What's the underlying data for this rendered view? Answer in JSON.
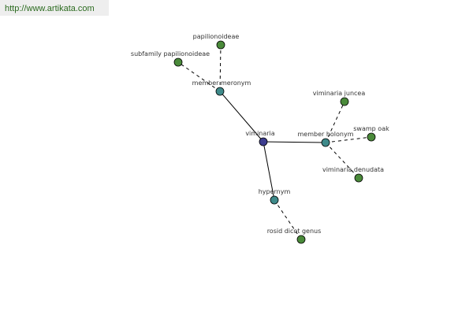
{
  "watermark": "http://www.artikata.com",
  "colors": {
    "root": "#3d3d8f",
    "relation": "#3e8a8a",
    "leaf": "#4a8a3a"
  },
  "graph": {
    "nodes": [
      {
        "id": "viminaria",
        "label": "viminaria",
        "kind": "root"
      },
      {
        "id": "member-meronym",
        "label": "member meronym",
        "kind": "relation"
      },
      {
        "id": "member-holonym",
        "label": "member holonym",
        "kind": "relation"
      },
      {
        "id": "hypernym",
        "label": "hypernym",
        "kind": "relation"
      },
      {
        "id": "papilionoideae",
        "label": "papilionoideae",
        "kind": "leaf"
      },
      {
        "id": "subfamily-papilionoideae",
        "label": "subfamily papilionoideae",
        "kind": "leaf"
      },
      {
        "id": "viminaria-juncea",
        "label": "viminaria juncea",
        "kind": "leaf"
      },
      {
        "id": "swamp-oak",
        "label": "swamp oak",
        "kind": "leaf"
      },
      {
        "id": "viminaria-denudata",
        "label": "viminaria denudata",
        "kind": "leaf"
      },
      {
        "id": "rosid-dicot-genus",
        "label": "rosid dicot genus",
        "kind": "leaf"
      }
    ],
    "edges": [
      {
        "from": "viminaria",
        "to": "member-meronym",
        "style": "solid"
      },
      {
        "from": "viminaria",
        "to": "member-holonym",
        "style": "solid"
      },
      {
        "from": "viminaria",
        "to": "hypernym",
        "style": "solid"
      },
      {
        "from": "member-meronym",
        "to": "papilionoideae",
        "style": "dashed"
      },
      {
        "from": "member-meronym",
        "to": "subfamily-papilionoideae",
        "style": "dashed"
      },
      {
        "from": "member-holonym",
        "to": "viminaria-juncea",
        "style": "dashed"
      },
      {
        "from": "member-holonym",
        "to": "swamp-oak",
        "style": "dashed"
      },
      {
        "from": "member-holonym",
        "to": "viminaria-denudata",
        "style": "dashed"
      },
      {
        "from": "hypernym",
        "to": "rosid-dicot-genus",
        "style": "dashed"
      }
    ]
  }
}
